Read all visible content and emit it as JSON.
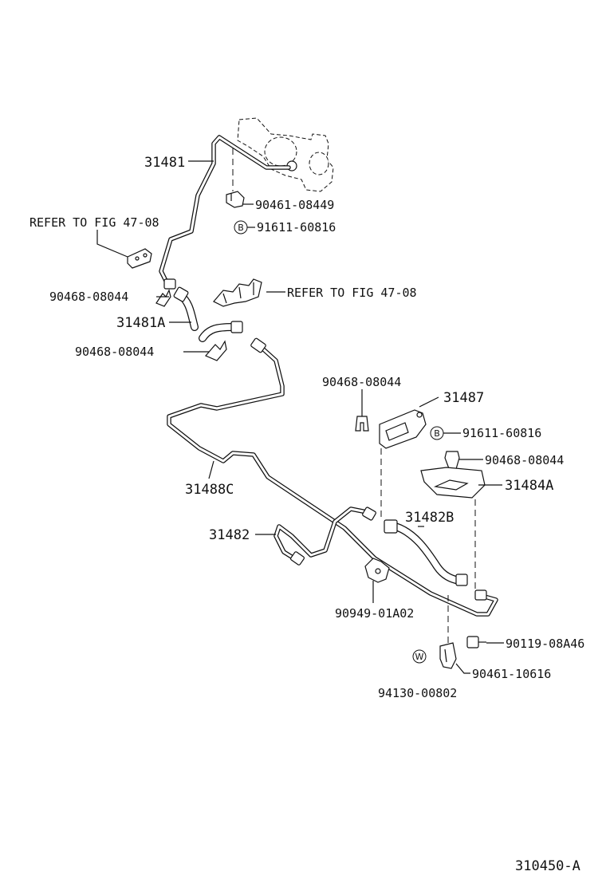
{
  "labels": {
    "p31481": "31481",
    "p90461_08449": "90461-08449",
    "p91611_60816_top": "91611-60816",
    "refer_fig_left": "REFER TO FIG 47-08",
    "refer_fig_right": "REFER TO FIG 47-08",
    "p90468_08044_a": "90468-08044",
    "p31481A": "31481A",
    "p90468_08044_b": "90468-08044",
    "p90468_08044_c": "90468-08044",
    "p31487": "31487",
    "p91611_60816_mid": "91611-60816",
    "p90468_08044_d": "90468-08044",
    "p31484A": "31484A",
    "p31488C": "31488C",
    "p31482B": "31482B",
    "p31482": "31482",
    "p90949_01A02": "90949-01A02",
    "p90119_08A46": "90119-08A46",
    "p90461_10616": "90461-10616",
    "p94130_00802": "94130-00802",
    "figure_code": "310450-A"
  },
  "badges": {
    "b_top": "B",
    "b_mid": "B",
    "w_washer": "W"
  }
}
